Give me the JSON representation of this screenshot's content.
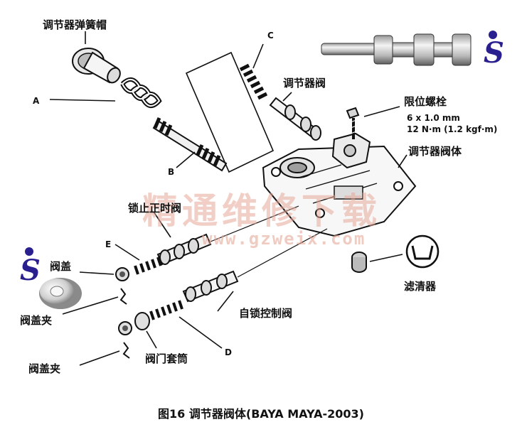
{
  "labels": {
    "spring_cap": "调节器弹簧帽",
    "a": "A",
    "b": "B",
    "c": "C",
    "d": "D",
    "e": "E",
    "regulator_valve": "调节器阀",
    "stop_bolt": "限位螺栓",
    "bolt_size": "6 x 1.0 mm",
    "bolt_torque": "12 N·m (1.2 kgf·m)",
    "valve_body": "调节器阀体",
    "lockup_timing_valve": "锁止正时阀",
    "valve_cap": "阀盖",
    "valve_cap_clip_1": "阀盖夹",
    "valve_cap_clip_2": "阀盖夹",
    "valve_sleeve": "阀门套筒",
    "lock_control_valve": "自锁控制阀",
    "filter": "滤清器"
  },
  "watermark": {
    "main": "精通维修下载",
    "url": "www.gzweix.com"
  },
  "caption": "图16  调节器阀体(BAYA MAYA-2003)",
  "colors": {
    "logo_purple": "#2a1f8f",
    "watermark": "#e6a99a",
    "metal_light": "#f2f2f2",
    "metal_dark": "#6f6f6f"
  }
}
